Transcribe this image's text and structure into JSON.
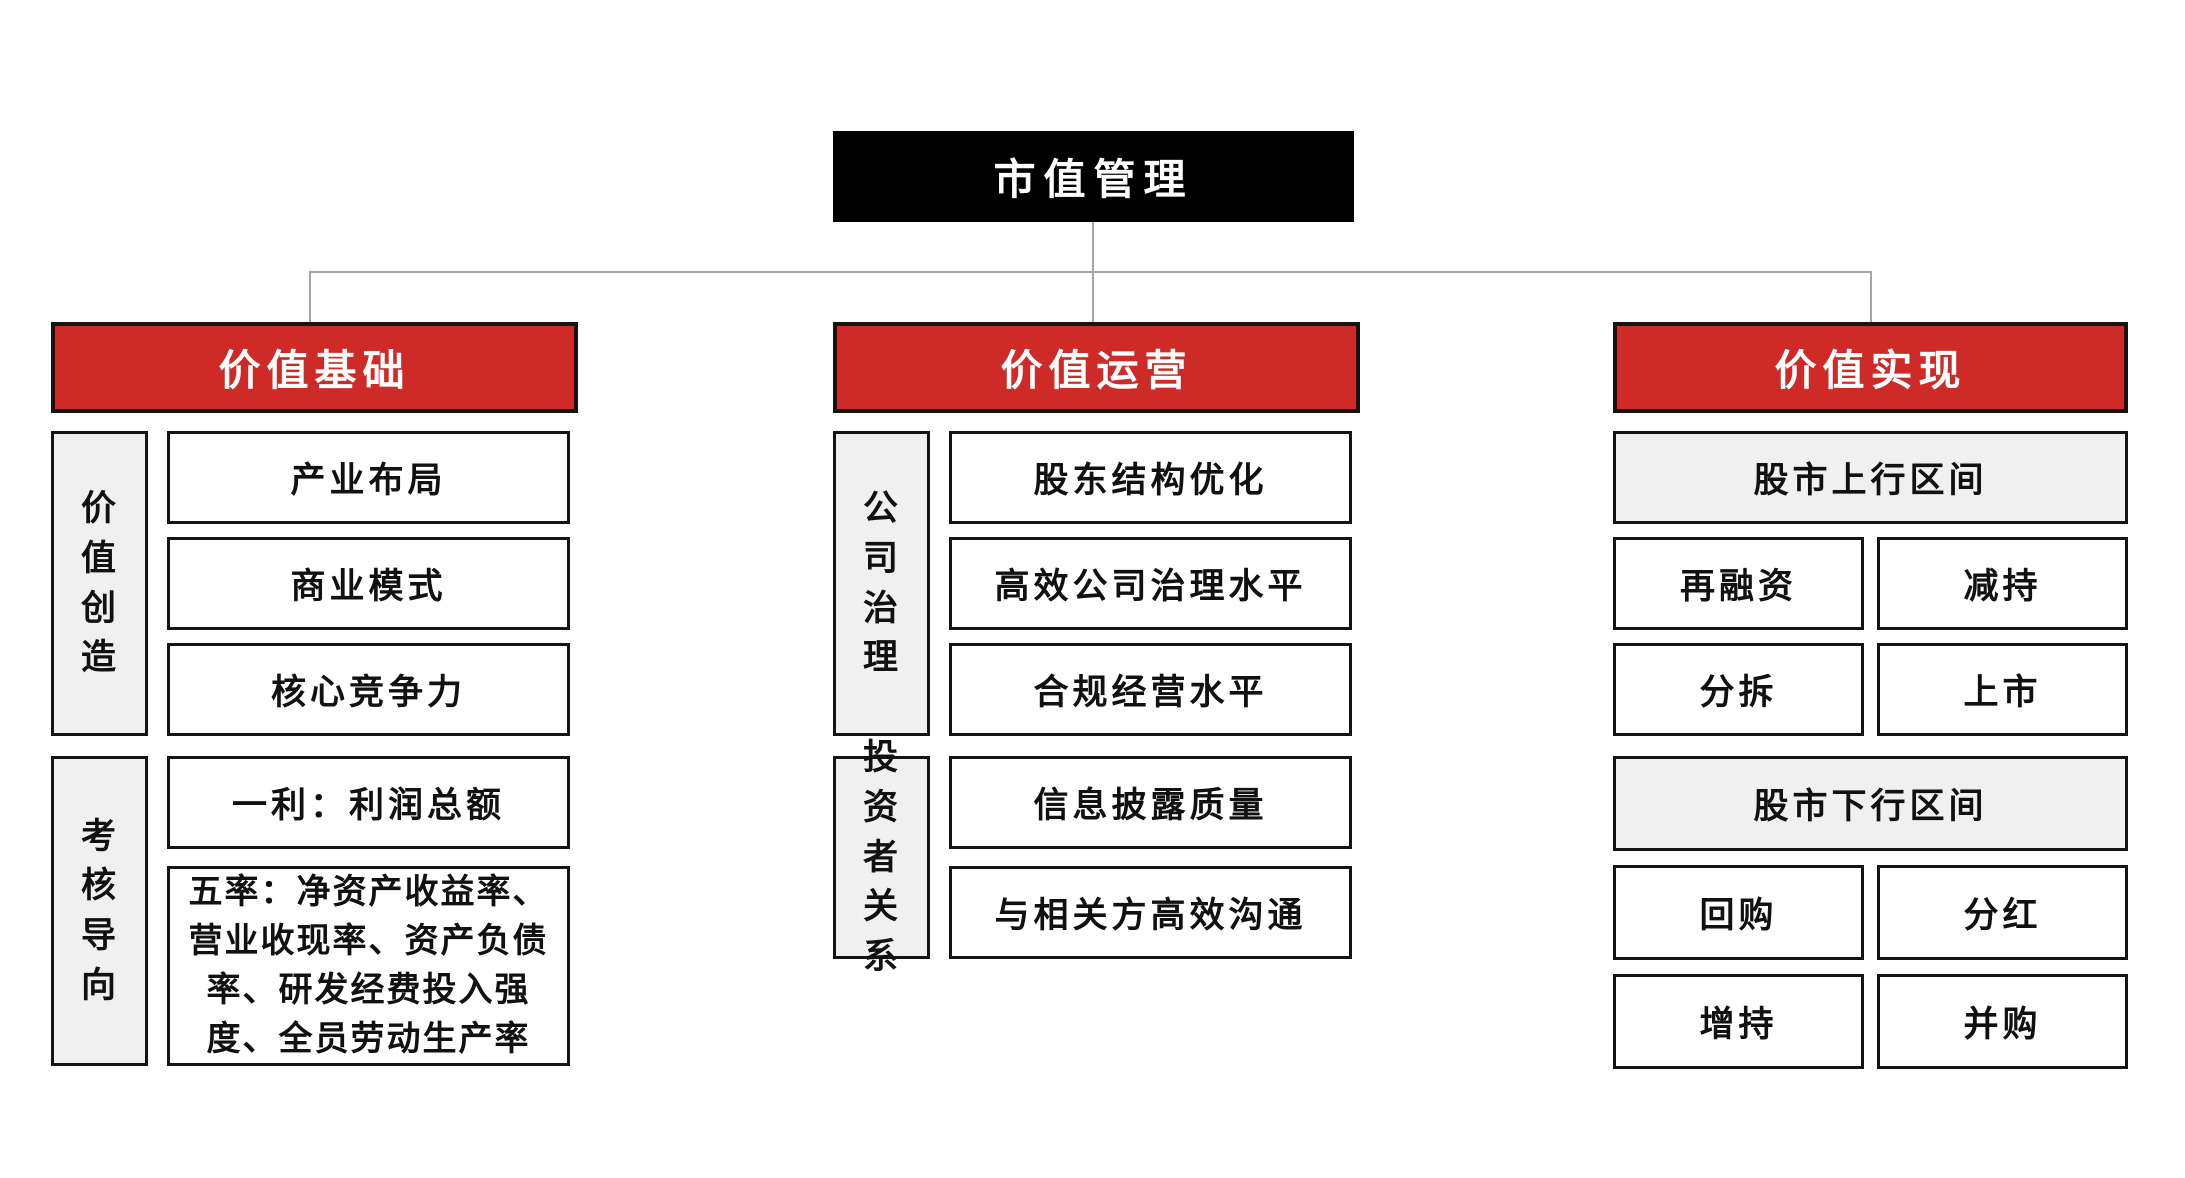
{
  "title": "市值管理",
  "colors": {
    "accent_red": "#CE2B28",
    "header_black": "#000000",
    "side_fill": "#F0F0F0",
    "connector": "#A6A6A6"
  },
  "columns": [
    {
      "header": "价值基础",
      "groups": [
        {
          "side_label": "价值创造",
          "items": [
            "产业布局",
            "商业模式",
            "核心竞争力"
          ]
        },
        {
          "side_label": "考核导向",
          "items": [
            "一利：利润总额",
            "五率：净资产收益率、营业收现率、资产负债率、研发经费投入强度、全员劳动生产率"
          ]
        }
      ]
    },
    {
      "header": "价值运营",
      "groups": [
        {
          "side_label": "公司治理",
          "items": [
            "股东结构优化",
            "高效公司治理水平",
            "合规经营水平"
          ]
        },
        {
          "side_label": "投资者关系",
          "items": [
            "信息披露质量",
            "与相关方高效沟通"
          ]
        }
      ]
    },
    {
      "header": "价值实现",
      "groups": [
        {
          "band_label": "股市上行区间",
          "items": [
            "再融资",
            "减持",
            "分拆",
            "上市"
          ]
        },
        {
          "band_label": "股市下行区间",
          "items": [
            "回购",
            "分红",
            "增持",
            "并购"
          ]
        }
      ]
    }
  ]
}
